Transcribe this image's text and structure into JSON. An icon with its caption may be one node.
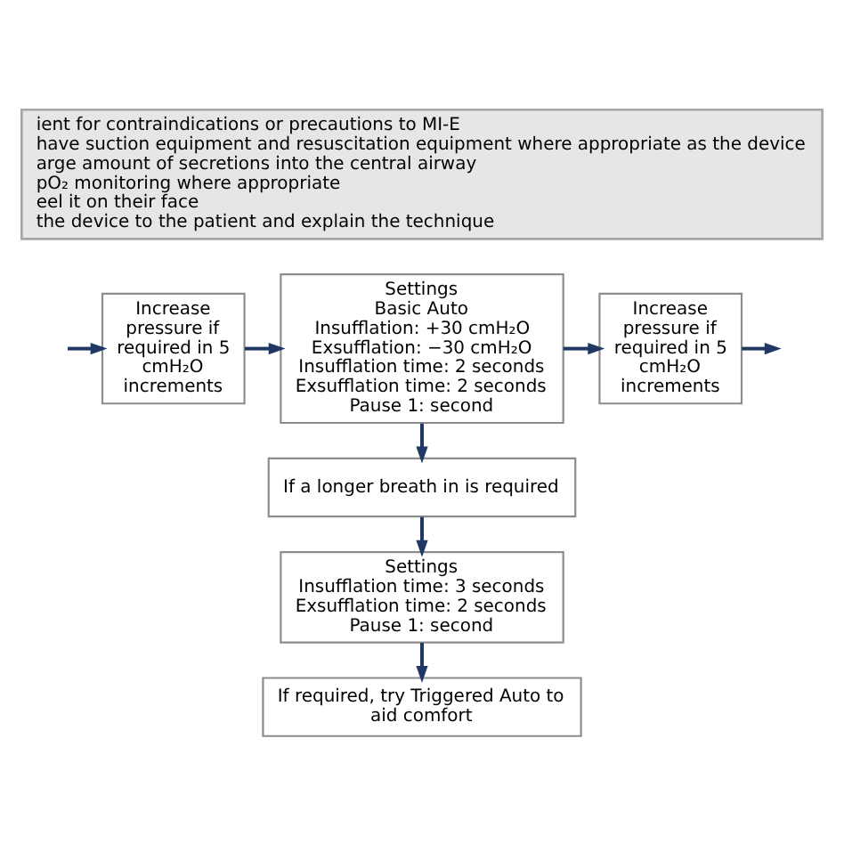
{
  "diagram": {
    "nodes": [
      {
        "text": [
          "ient for contraindications or precautions to MI-E",
          "have suction equipment and resuscitation equipment where appropriate as the device",
          "arge amount of secretions into the central airway",
          "pO₂ monitoring where appropriate",
          "eel it on their face",
          "the device to the patient and explain the technique"
        ]
      },
      {
        "text": [
          "Increase pressure if required in 5 cmH₂O increments"
        ]
      },
      {
        "text": [
          "Settings",
          "Basic Auto",
          "Insufflation: +30 cmH₂O",
          "Exsufflation: −30 cmH₂O",
          "Insufflation time: 2 seconds",
          "Exsufflation time: 2 seconds",
          "Pause 1: second"
        ]
      },
      {
        "text": [
          "Increase pressure if required in 5 cmH₂O increments"
        ]
      },
      {
        "text": [
          "If a longer breath in is required"
        ]
      },
      {
        "text": [
          "Settings",
          "Insufflation time: 3 seconds",
          "Exsufflation time: 2 seconds",
          "Pause 1: second"
        ]
      },
      {
        "text": [
          "If required, try Triggered Auto to aid comfort"
        ]
      }
    ],
    "edges": [
      {
        "from": null,
        "to": 1,
        "arrow": "to"
      },
      {
        "from": 1,
        "to": 2,
        "arrow": "to"
      },
      {
        "from": 2,
        "to": 3,
        "arrow": "to"
      },
      {
        "from": 3,
        "to": null,
        "arrow": "to"
      },
      {
        "from": 2,
        "to": 4,
        "arrow": "to"
      },
      {
        "from": 4,
        "to": 5,
        "arrow": "to"
      },
      {
        "from": 5,
        "to": 6,
        "arrow": "to"
      }
    ]
  }
}
